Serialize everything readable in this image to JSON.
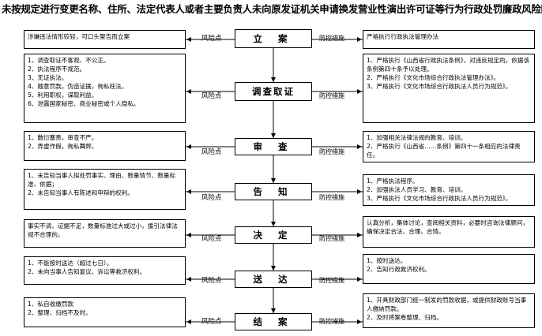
{
  "title": "未按规定进行变更名称、住所、法定代表人或者主要负责人未向原发证机关申请换发营业性演出许可证等行为行政处罚廉政风险防控图",
  "connector_labels": {
    "risk": "风险点",
    "control": "防控措施"
  },
  "steps": [
    {
      "name": "立  案",
      "risks": [
        "涉嫌违法情形较轻，可口头警告而立案"
      ],
      "controls": [
        "严格执行行政执法管理办法"
      ]
    },
    {
      "name": "调查取证",
      "risks": [
        "1、调查取证不客观、不公正。",
        "2、执法程序不规范。",
        "3、无证执法。",
        "4、随意罚款，伪造证据，徇私枉法。",
        "5、利用职权，谋取利益。",
        "6、泄露国家秘密、商业秘密或个人隐私。"
      ],
      "controls": [
        "1、严格执行《山西省行政执法条例》，对违反规定的，依据该条例第四十条予以处理。",
        "2、严格执行《文化市场综合行政执法管理办法》。",
        "3、严格执行《文化市场综合行政执法人员行为规范》。"
      ]
    },
    {
      "name": "审  查",
      "risks": [
        "1、敷衍塞责，审查不严。",
        "2、弄虚作假，徇私舞弊。"
      ],
      "controls": [
        "1、加强相关法律法规的教育、培训。",
        "2、严格执行《山西省……条例》第四十一条相应的法律责任。"
      ]
    },
    {
      "name": "告  知",
      "risks": [
        "1、未告知当事人拟处罚事实、理由、数量情节、数量标准、依据；",
        "2、未告知当事人有陈述和申辩的权利。"
      ],
      "controls": [
        "1、严格执法程序。",
        "2、加强执法人员学习、教育、培训。",
        "3、严格执行《文化市场综合行政执法人员行为规范》。"
      ]
    },
    {
      "name": "决  定",
      "risks": [
        "事实不清、证据不足，数量标准过大或过小，援引法律法规不合理的。"
      ],
      "controls": [
        "认真分析，集体讨论，查阅相关资料，必要时咨询法律顾问，确保决定合法、合理、合情。"
      ]
    },
    {
      "name": "送  达",
      "risks": [
        "1、不能按时送达（超过七日）。",
        "2、未向当事人告知复议、诉讼等救济权利。"
      ],
      "controls": [
        "1、按时送达。",
        "2、告知行政救济权利。"
      ]
    },
    {
      "name": "结  案",
      "risks": [
        "1、私自收缴罚款",
        "2、整理、归档不及时。"
      ],
      "controls": [
        "1、开具财政部门统一制发的罚款收据，或提供财政账号当事人缴纳罚款。",
        "2、及时将案卷整理、归档。"
      ]
    }
  ]
}
